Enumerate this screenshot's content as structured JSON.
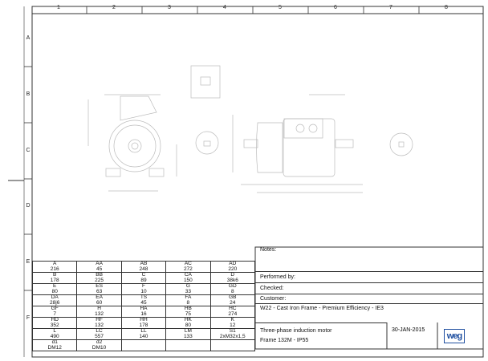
{
  "ruler": {
    "columns": [
      "1",
      "2",
      "3",
      "4",
      "5",
      "6",
      "7",
      "8"
    ],
    "rows": [
      "A",
      "B",
      "C",
      "D",
      "E",
      "F"
    ]
  },
  "dimensions": [
    [
      {
        "k": "A",
        "v": "216"
      },
      {
        "k": "AA",
        "v": "45"
      },
      {
        "k": "AB",
        "v": "248"
      },
      {
        "k": "AC",
        "v": "272"
      },
      {
        "k": "AD",
        "v": "220"
      }
    ],
    [
      {
        "k": "B",
        "v": "178"
      },
      {
        "k": "BB",
        "v": "225"
      },
      {
        "k": "C",
        "v": "89"
      },
      {
        "k": "CA",
        "v": "150"
      },
      {
        "k": "D",
        "v": "38k6"
      }
    ],
    [
      {
        "k": "E",
        "v": "80"
      },
      {
        "k": "ES",
        "v": "63"
      },
      {
        "k": "F",
        "v": "10"
      },
      {
        "k": "G",
        "v": "33"
      },
      {
        "k": "GD",
        "v": "8"
      }
    ],
    [
      {
        "k": "DA",
        "v": "28j6"
      },
      {
        "k": "EA",
        "v": "60"
      },
      {
        "k": "TS",
        "v": "45"
      },
      {
        "k": "FA",
        "v": "8"
      },
      {
        "k": "GB",
        "v": "24"
      }
    ],
    [
      {
        "k": "GF",
        "v": "7"
      },
      {
        "k": "H",
        "v": "132"
      },
      {
        "k": "HA",
        "v": "16"
      },
      {
        "k": "HB",
        "v": "75"
      },
      {
        "k": "HC",
        "v": "274"
      }
    ],
    [
      {
        "k": "HD",
        "v": "352"
      },
      {
        "k": "HF",
        "v": "132"
      },
      {
        "k": "HH",
        "v": "178"
      },
      {
        "k": "HK",
        "v": "80"
      },
      {
        "k": "K",
        "v": "12"
      }
    ],
    [
      {
        "k": "L",
        "v": "490"
      },
      {
        "k": "LC",
        "v": "557"
      },
      {
        "k": "LL",
        "v": "140"
      },
      {
        "k": "LM",
        "v": "133"
      },
      {
        "k": "S1",
        "v": "2xM32x1,5"
      }
    ],
    [
      {
        "k": "d1",
        "v": "DM12"
      },
      {
        "k": "d2",
        "v": "DM10"
      },
      {
        "k": "",
        "v": ""
      },
      {
        "k": "",
        "v": ""
      },
      {
        "k": "",
        "v": ""
      }
    ]
  ],
  "title_block": {
    "notes": "Notes:",
    "performed_by": "Performed by:",
    "checked": "Checked:",
    "customer": "Customer:",
    "product_line": "W22 - Cast Iron Frame - Premium Efficiency - IE3",
    "description": "Three-phase induction motor",
    "frame": "Frame  132M - IP55",
    "date": "30-JAN-2015",
    "logo": "WEG"
  },
  "colors": {
    "logo": "#1f4fa0",
    "line": "#333333",
    "drawing": "#bbbbbb"
  }
}
